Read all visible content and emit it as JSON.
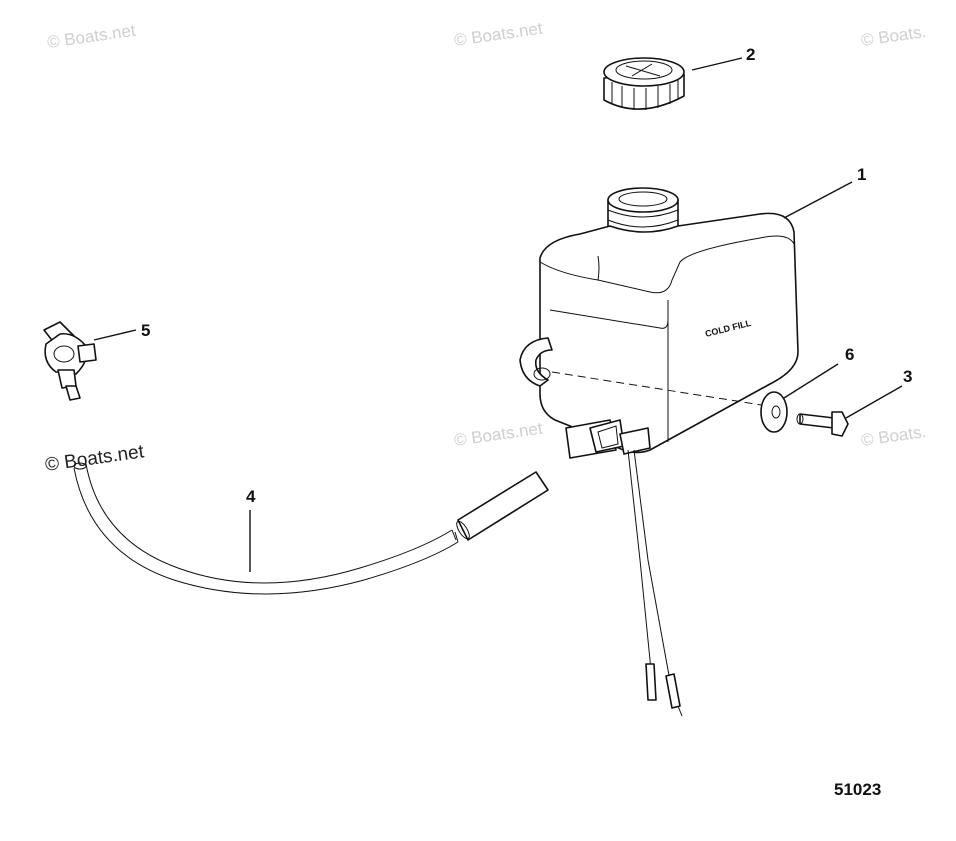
{
  "watermarks": {
    "top_left": "© Boats.net",
    "top_center": "© Boats.net",
    "top_right": "© Boats.",
    "mid_left": "© Boats.net",
    "mid_center": "© Boats.net",
    "mid_right": "© Boats."
  },
  "callouts": {
    "c1": "1",
    "c2": "2",
    "c3": "3",
    "c4": "4",
    "c5": "5",
    "c6": "6"
  },
  "tank_label": "COLD FILL",
  "drawing_number": "51023"
}
